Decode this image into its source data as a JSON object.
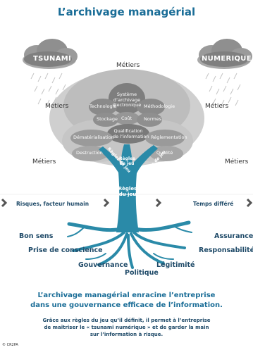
{
  "title": "L’archivage managérial",
  "clouds": {
    "left": "TSUNAMI",
    "right": "NUMERIQUE"
  },
  "metiers": [
    "Métiers",
    "Métiers",
    "Métiers",
    "Métiers",
    "Métiers"
  ],
  "leaves": {
    "systeme": "Système\nd’archivage\nélectronique",
    "technologie": "Technologie",
    "methodologie": "Méthodologie",
    "stockage": "Stockage",
    "cout": "Coût",
    "normes": "Normes",
    "qualification": "Qualification\nde l’information",
    "dematerialisation": "Dématérialisation",
    "reglementation": "Réglementation",
    "destruction": "Destruction",
    "qualite": "Qualité"
  },
  "trunk": {
    "branch_left": "Règles de jeu",
    "branch_middle": "Règles\nde jeu",
    "branch_right": "Règles de jeu",
    "main": "Règles\ndu jeu"
  },
  "side": {
    "left": "Risques, facteur humain",
    "right": "Temps différé"
  },
  "roots": {
    "bon_sens": "Bon sens",
    "prise": "Prise de conscience",
    "gouvernance": "Gouvernance",
    "politique": "Politique",
    "legitimite": "Légitimité",
    "assurance": "Assurance",
    "responsabilite": "Responsabilité"
  },
  "summary": "L’archivage managérial enracine l’entreprise\ndans une gouvernance efficace de l’information.",
  "note": "Grâce aux règles du jeu qu’il définit, il permet à l’entreprise\nde maîtriser le « tsunami numérique » et de garder la main\nsur l’information à risque.",
  "credit": "© CR2PA",
  "colors": {
    "title": "#1a6d97",
    "trunk": "#2a8aa8",
    "text": "#1f4a68",
    "cloud": "#8c8c8c"
  }
}
